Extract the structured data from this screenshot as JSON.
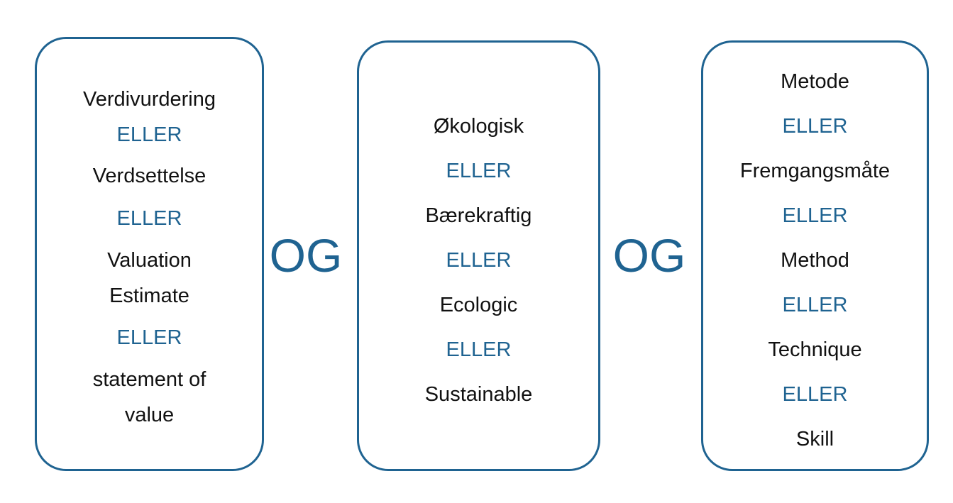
{
  "connector": "OG",
  "operator": "ELLER",
  "boxes": [
    {
      "lines": [
        "Verdivurdering",
        "ELLER",
        "Verdsettelse",
        "ELLER",
        "Valuation",
        "Estimate",
        "ELLER",
        "statement of",
        "value"
      ]
    },
    {
      "lines": [
        "Økologisk",
        "ELLER",
        "Bærekraftig",
        "ELLER",
        "Ecologic",
        "ELLER",
        "Sustainable"
      ]
    },
    {
      "lines": [
        "Metode",
        "ELLER",
        "Fremgangsmåte",
        "ELLER",
        "Method",
        "ELLER",
        "Technique",
        "ELLER",
        "Skill"
      ]
    }
  ]
}
